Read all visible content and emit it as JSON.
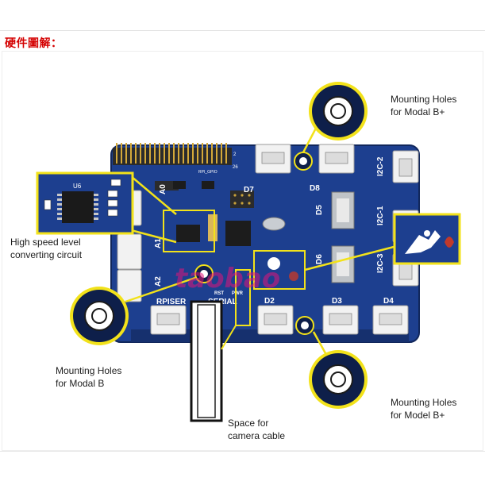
{
  "page": {
    "heading": "硬件圖解："
  },
  "callouts": {
    "top_holes": {
      "line1": "Mounting Holes",
      "line2": "for Modal B+"
    },
    "level_circuit": {
      "line1": "High speed level",
      "line2": "converting circuit"
    },
    "left_holes": {
      "line1": "Mounting Holes",
      "line2": "for Modal B"
    },
    "bottom_holes": {
      "line1": "Mounting Holes",
      "line2": "for  Model B+"
    },
    "camera": {
      "line1": "Space for",
      "line2": "camera cable"
    }
  },
  "board": {
    "chip_label": "U6",
    "header_label": "RPI_GPIO",
    "port_labels": {
      "a0": "A0",
      "a1": "A1",
      "a2": "A2",
      "d2": "D2",
      "d3": "D3",
      "d4": "D4",
      "d5": "D5",
      "d6": "D6",
      "d7": "D7",
      "d8": "D8",
      "i2c1": "I2C-1",
      "i2c2": "I2C-2",
      "i2c3": "I2C-3",
      "rpiser": "RPISER",
      "serial": "SERIAL",
      "rst": "RST",
      "pwr": "PWR"
    },
    "header_pin_numbers": {
      "first": "2",
      "last": "26"
    },
    "watermark": "taobao"
  },
  "colors": {
    "board": "#1d3f8f",
    "board_dark": "#16306e",
    "callout_yellow": "#f2e21a",
    "heading_red": "#d40000"
  }
}
